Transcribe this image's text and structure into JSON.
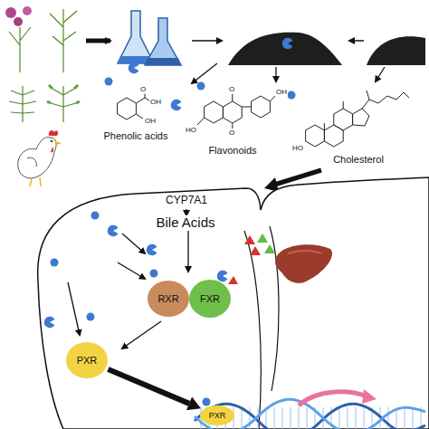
{
  "diagram": {
    "nodes": [
      {
        "text": [
          "RXR"
        ]
      },
      {
        "text": [
          "FXR"
        ]
      },
      {
        "text": [
          "PXR"
        ]
      },
      {
        "text": [
          "PXR"
        ]
      }
    ],
    "edges": [
      {
        "from": 2,
        "to": 3,
        "arrow": "to"
      }
    ],
    "labels": [
      "O",
      "OH",
      "OH",
      "Phenolic acids",
      "O",
      "OH",
      "HO",
      "O",
      "Flavonoids",
      "HO",
      "Cholesterol",
      "CYP7A1",
      "Bile Acids"
    ]
  }
}
